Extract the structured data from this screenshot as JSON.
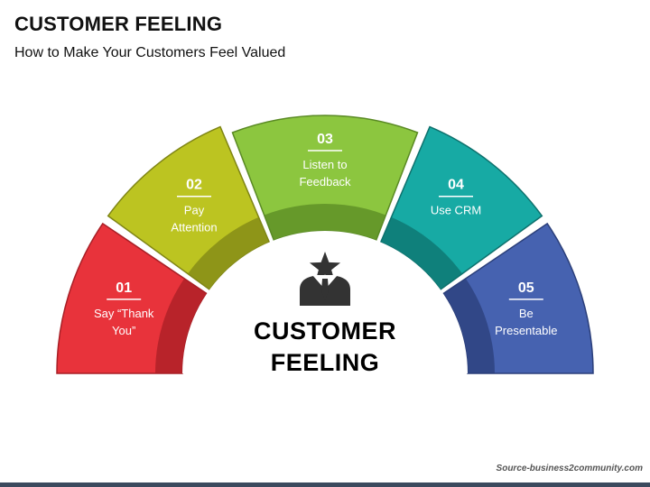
{
  "header": {
    "title": "CUSTOMER FEELING",
    "subtitle": "How to Make Your Customers Feel Valued"
  },
  "center": {
    "title_line1": "CUSTOMER",
    "title_line2": "FEELING",
    "icon": "customer-star-icon"
  },
  "segments": [
    {
      "number": "01",
      "lines": [
        "Say “Thank",
        "You”"
      ],
      "color": "#e8333b",
      "dark": "#a81f26"
    },
    {
      "number": "02",
      "lines": [
        "Pay",
        "Attention"
      ],
      "color": "#bcc421",
      "dark": "#7f8515"
    },
    {
      "number": "03",
      "lines": [
        "Listen to",
        "Feedback"
      ],
      "color": "#8cc63f",
      "dark": "#5a8a24"
    },
    {
      "number": "04",
      "lines": [
        "Use CRM"
      ],
      "color": "#17aaa4",
      "dark": "#0e716d"
    },
    {
      "number": "05",
      "lines": [
        "Be",
        "Presentable"
      ],
      "color": "#4662b0",
      "dark": "#2b3f7a"
    }
  ],
  "footer": {
    "source": "Source-business2community.com"
  }
}
